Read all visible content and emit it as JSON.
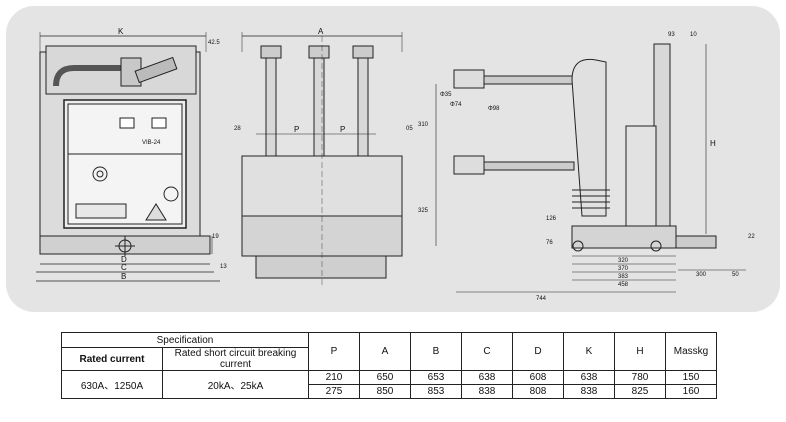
{
  "drawing": {
    "front_view": {
      "dims": {
        "K": "K",
        "offset_top": "42.5",
        "D": "D",
        "C": "C",
        "B": "B",
        "d13": "13",
        "d19": "19"
      },
      "nameplate": "VIB-24"
    },
    "side_view": {
      "dims": {
        "A": "A",
        "P1": "P",
        "P2": "P",
        "d310": "310",
        "d325": "325",
        "d28": "28",
        "d05": "05"
      }
    },
    "profile_view": {
      "dims": {
        "d93": "93",
        "d10": "10",
        "H": "H",
        "d35": "Φ35",
        "d74": "Φ74",
        "d98": "Φ98",
        "d126": "126",
        "d76": "76",
        "d22": "22",
        "d320": "320",
        "d370": "370",
        "d383": "383",
        "d458": "458",
        "d300": "300",
        "d50": "50",
        "d744": "744"
      }
    }
  },
  "table": {
    "specification": "Specification",
    "rated_current": "Rated current",
    "rated_breaking": "Rated short circuit breaking current",
    "current_values": "630A、1250A",
    "breaking_values": "20kA、25kA",
    "columns": [
      "P",
      "A",
      "B",
      "C",
      "D",
      "K",
      "H",
      "Masskg"
    ],
    "rows": [
      [
        "210",
        "650",
        "653",
        "638",
        "608",
        "638",
        "780",
        "150"
      ],
      [
        "275",
        "850",
        "853",
        "838",
        "808",
        "838",
        "825",
        "160"
      ]
    ]
  }
}
